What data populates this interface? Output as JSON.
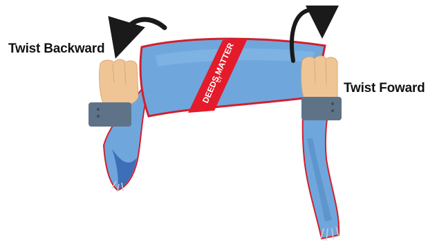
{
  "labels": {
    "twist_backward": "Twist Backward",
    "twist_forward": "Twist Foward"
  },
  "scarf": {
    "stripe_text": "DEEDS MATTER",
    "stripe_subtext": "CT",
    "fabric_color": "#6fa7dc",
    "fabric_dark": "#3d6fb8",
    "edge_color": "#d11f2f",
    "stripe_color": "#e31b2b"
  },
  "hands": {
    "skin_color": "#f0c596",
    "cuff_color": "#5e7388"
  },
  "arrows": {
    "left_direction": "counter-clockwise",
    "right_direction": "clockwise",
    "color": "#1a1a1a"
  }
}
